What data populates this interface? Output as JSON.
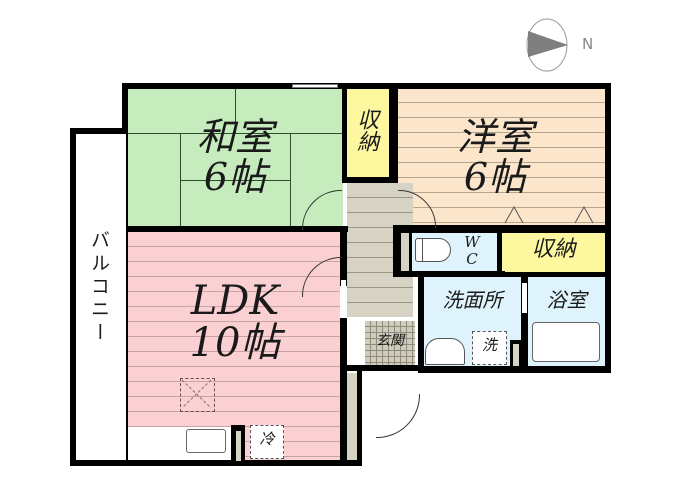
{
  "compass": {
    "label": "N",
    "icon": "north-arrow-icon",
    "color": "#808080"
  },
  "rooms": {
    "washitsu": {
      "name": "和室",
      "size": "6帖",
      "color": "#c6ecbe"
    },
    "youshitsu": {
      "name": "洋室",
      "size": "6帖",
      "color": "#fbe6cc"
    },
    "ldk": {
      "name": "LDK",
      "size": "10帖",
      "color": "#fbd0d2"
    },
    "storage_top": {
      "name": "収納",
      "color": "#fdf8a0"
    },
    "storage_right": {
      "name": "収納",
      "color": "#fdf8a0"
    },
    "wc": {
      "name": "WC",
      "w": "W",
      "c": "C",
      "color": "#def3fb"
    },
    "senmenjo": {
      "name": "洗面所",
      "color": "#def3fb"
    },
    "yokushitsu": {
      "name": "浴室",
      "color": "#def3fb"
    },
    "genkan": {
      "name": "玄関"
    },
    "balcony": {
      "name": "バルコニー"
    }
  },
  "fixtures": {
    "washer": "洗",
    "fridge": "冷"
  }
}
